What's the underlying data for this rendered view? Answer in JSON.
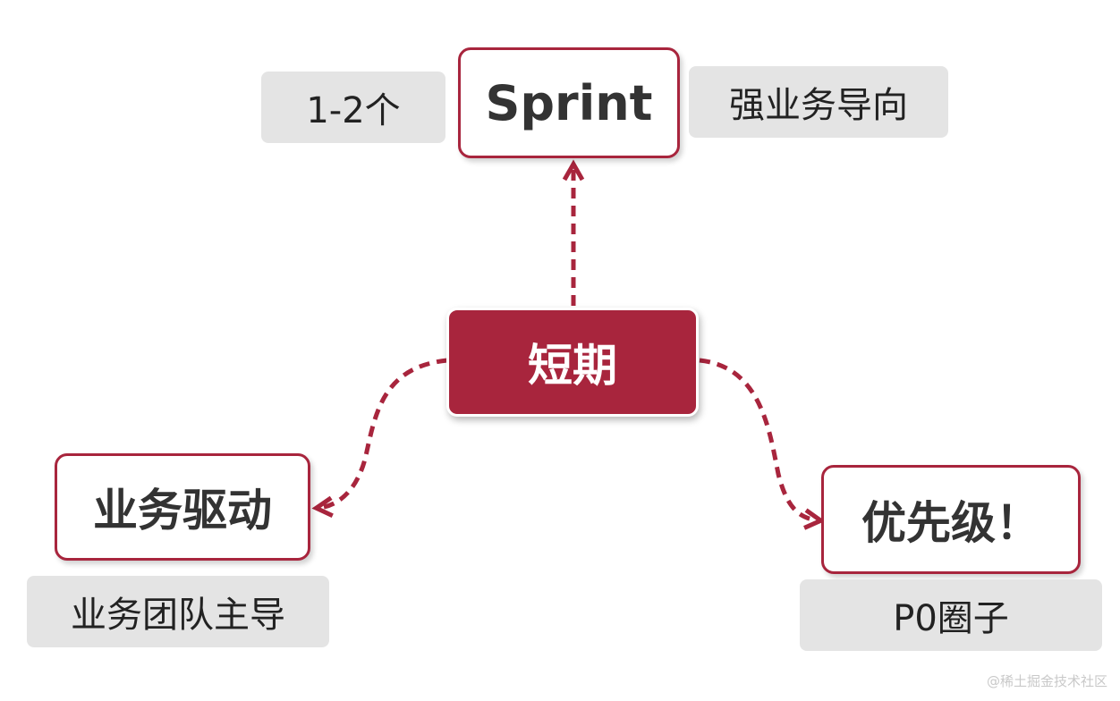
{
  "center": {
    "label": "短期"
  },
  "top": {
    "label": "Sprint",
    "left_tag": "1-2个",
    "right_tag": "强业务导向"
  },
  "left": {
    "label": "业务驱动",
    "tag": "业务团队主导"
  },
  "right": {
    "label": "优先级！",
    "tag": "P0圈子"
  },
  "colors": {
    "accent": "#a8253d",
    "tag_bg": "#e4e4e4",
    "text": "#333333"
  },
  "watermark": "@稀土掘金技术社区"
}
